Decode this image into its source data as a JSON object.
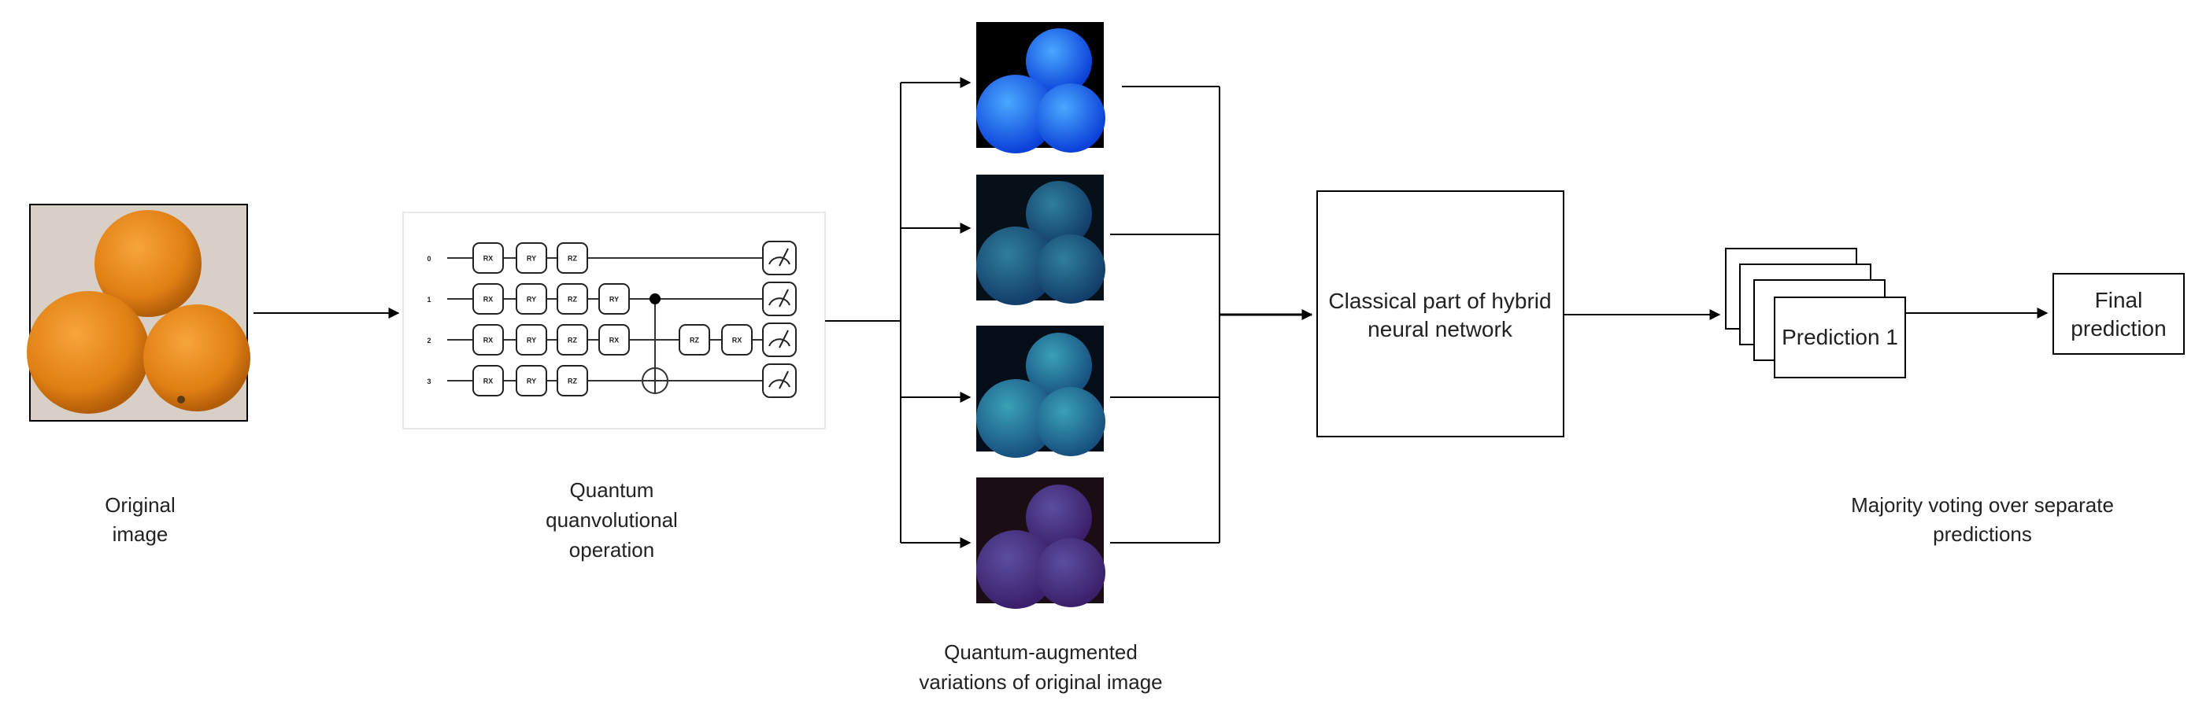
{
  "captions": {
    "original": [
      "Original",
      "image"
    ],
    "quantum": [
      "Quantum",
      "quanvolutional",
      "operation"
    ],
    "augmented": [
      "Quantum-augmented",
      "variations of original image"
    ],
    "voting": [
      "Majority voting over separate",
      "predictions"
    ]
  },
  "classical_box": [
    "Classical part of hybrid",
    "neural network"
  ],
  "prediction_label": "Prediction 1",
  "final_box": [
    "Final",
    "prediction"
  ],
  "circuit": {
    "wires": [
      "0",
      "1",
      "2",
      "3"
    ],
    "gates": [
      [
        "RX",
        "RY",
        "RZ"
      ],
      [
        "RX",
        "RY",
        "RZ",
        "RY"
      ],
      [
        "RX",
        "RY",
        "RZ",
        "RX",
        "RZ",
        "RX"
      ],
      [
        "RX",
        "RY",
        "RZ"
      ]
    ]
  },
  "colors": {
    "orange": "#e88a1e",
    "line": "#000000",
    "variant_1": "#1a66ff",
    "variant_2": "#1e5a8c",
    "variant_3": "#2a7aa8",
    "variant_4": "#5a3a8c"
  }
}
